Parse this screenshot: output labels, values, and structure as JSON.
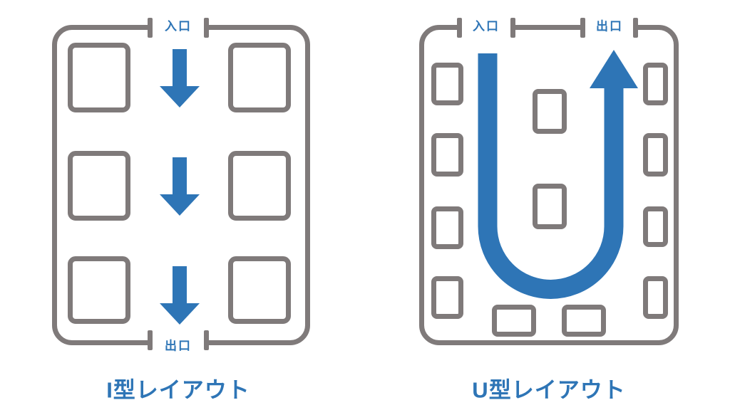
{
  "page": {
    "background_color": "#ffffff",
    "description": "Comparison of two retail store layouts"
  },
  "colors": {
    "accent_blue": "#2e75b6",
    "outline_gray": "#7f7a7a"
  },
  "diagrams": {
    "i_layout": {
      "title": "I型レイアウト",
      "entrance_label": "入口",
      "exit_label": "出口",
      "entrance_position": "top-center",
      "exit_position": "bottom-center",
      "flow": "straight aisle, three downward arrows",
      "arrow_count": 3,
      "shelf_count": 6
    },
    "u_layout": {
      "title": "U型レイアウト",
      "entrance_label": "入口",
      "exit_label": "出口",
      "entrance_position": "top-left",
      "exit_position": "top-right",
      "flow": "U-shaped path: down left aisle, around the bottom, up to exit",
      "arrow_count": 1,
      "shelf_count": 12
    }
  }
}
